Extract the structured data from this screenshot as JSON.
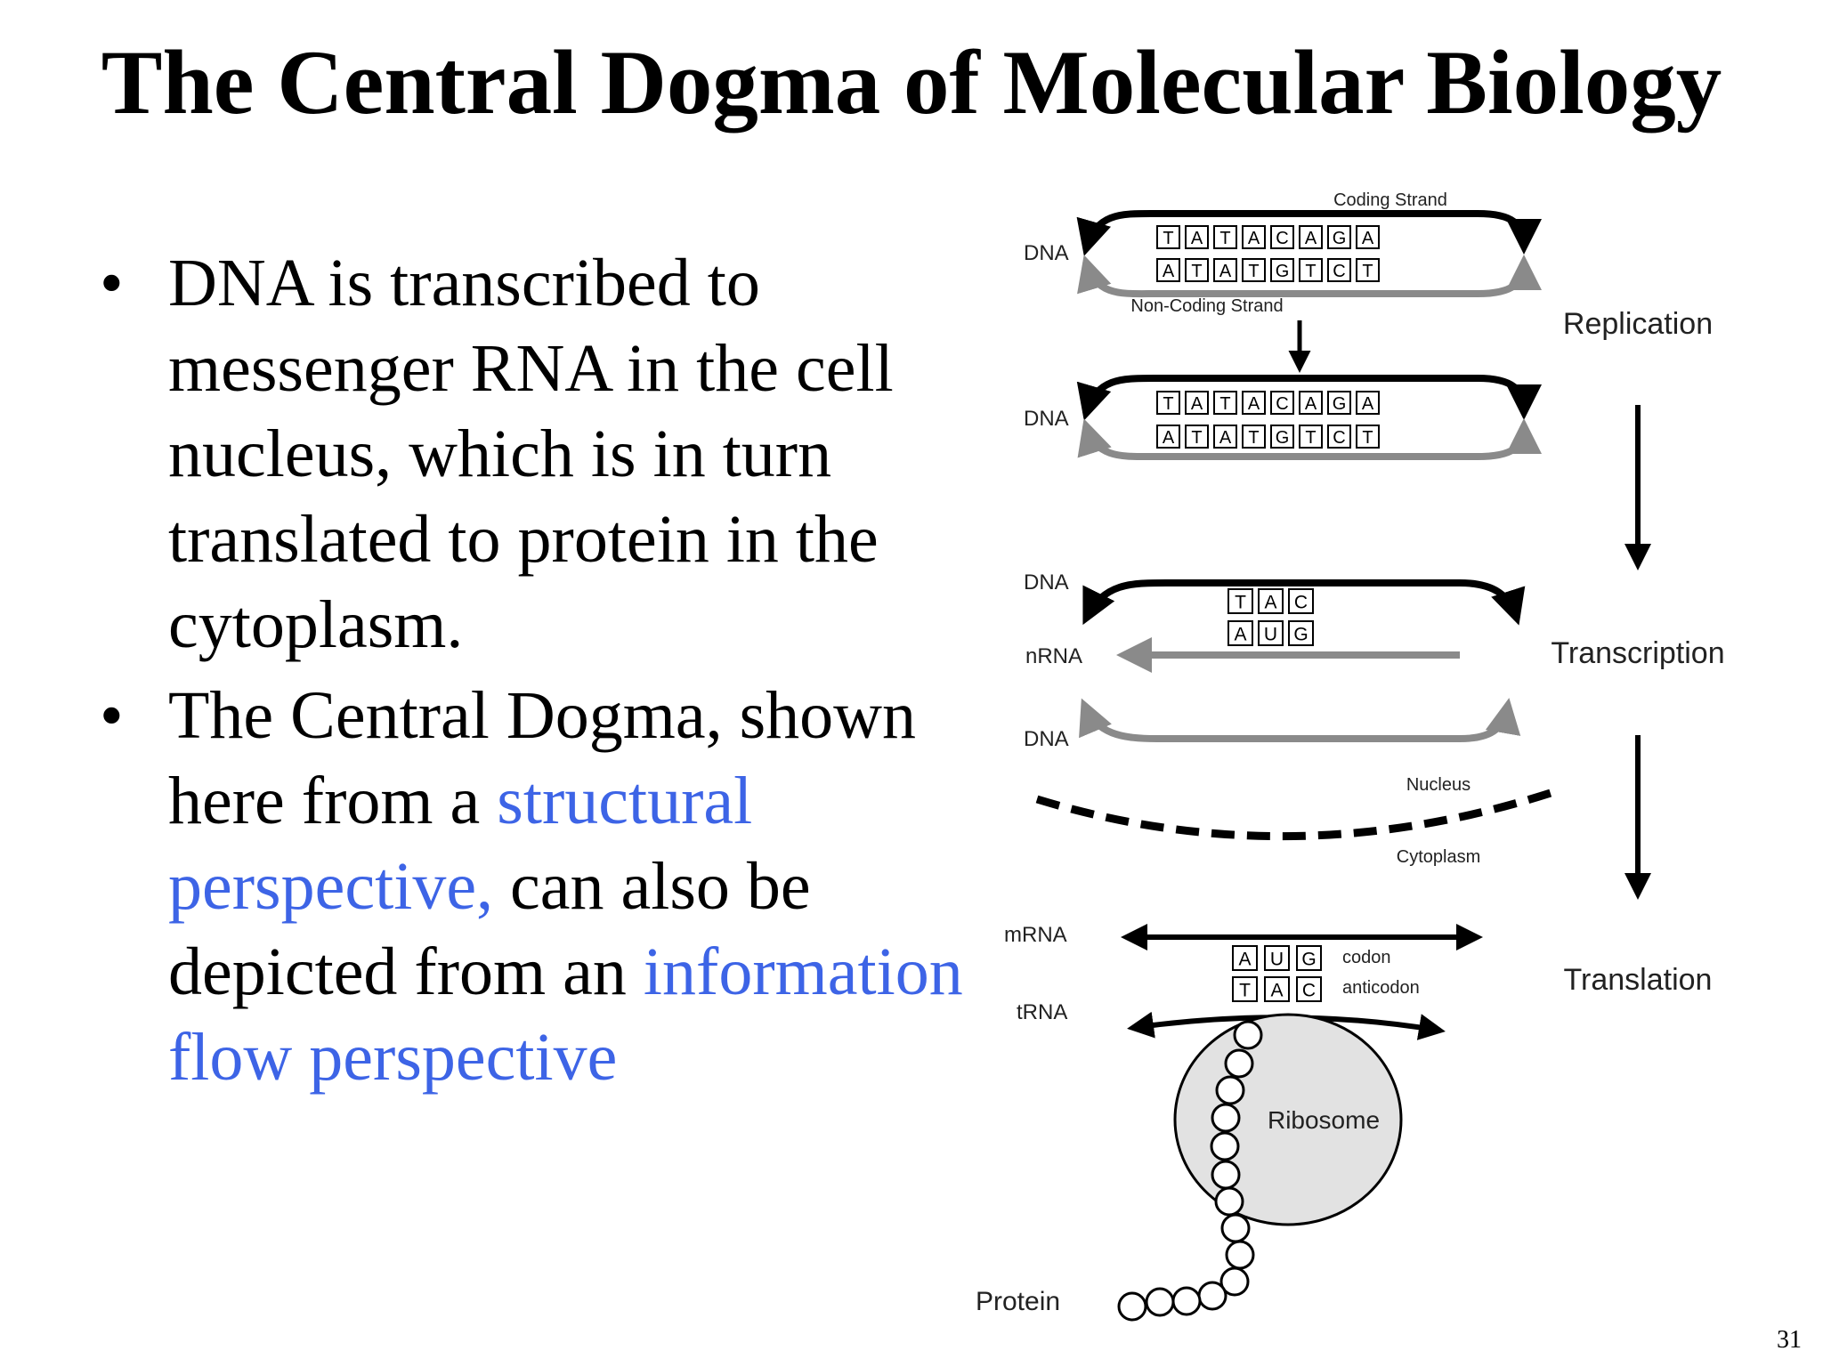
{
  "slide": {
    "title": "The Central Dogma of Molecular Biology",
    "page_number": "31",
    "bullets": [
      {
        "marker": "•",
        "parts": [
          {
            "text": "DNA is transcribed to messenger RNA in the cell nucleus, which is in turn translated to protein in the cytoplasm.",
            "color": "#000000"
          }
        ]
      },
      {
        "marker": "•",
        "parts": [
          {
            "text": "The Central Dogma, shown here from a ",
            "color": "#000000"
          },
          {
            "text": "structural perspective,",
            "color": "#3d64e6"
          },
          {
            "text": " can also be depicted from an ",
            "color": "#000000"
          },
          {
            "text": "information flow perspective",
            "color": "#3d64e6"
          }
        ]
      }
    ]
  },
  "diagram": {
    "coding_strand_label": "Coding Strand",
    "non_coding_strand_label": "Non-Coding Strand",
    "dna_label": "DNA",
    "nrna_label": "nRNA",
    "mrna_label": "mRNA",
    "trna_label": "tRNA",
    "protein_label": "Protein",
    "ribosome_label": "Ribosome",
    "nucleus_label": "Nucleus",
    "cytoplasm_label": "Cytoplasm",
    "codon_label": "codon",
    "anticodon_label": "anticodon",
    "stages": {
      "replication": "Replication",
      "transcription": "Transcription",
      "translation": "Translation"
    },
    "coding_bases": [
      "T",
      "A",
      "T",
      "A",
      "C",
      "A",
      "G",
      "A"
    ],
    "non_coding_bases": [
      "A",
      "T",
      "A",
      "T",
      "G",
      "T",
      "C",
      "T"
    ],
    "transcription_top": [
      "T",
      "A",
      "C"
    ],
    "transcription_bottom": [
      "A",
      "U",
      "G"
    ],
    "codon": [
      "A",
      "U",
      "G"
    ],
    "anticodon": [
      "T",
      "A",
      "C"
    ]
  }
}
